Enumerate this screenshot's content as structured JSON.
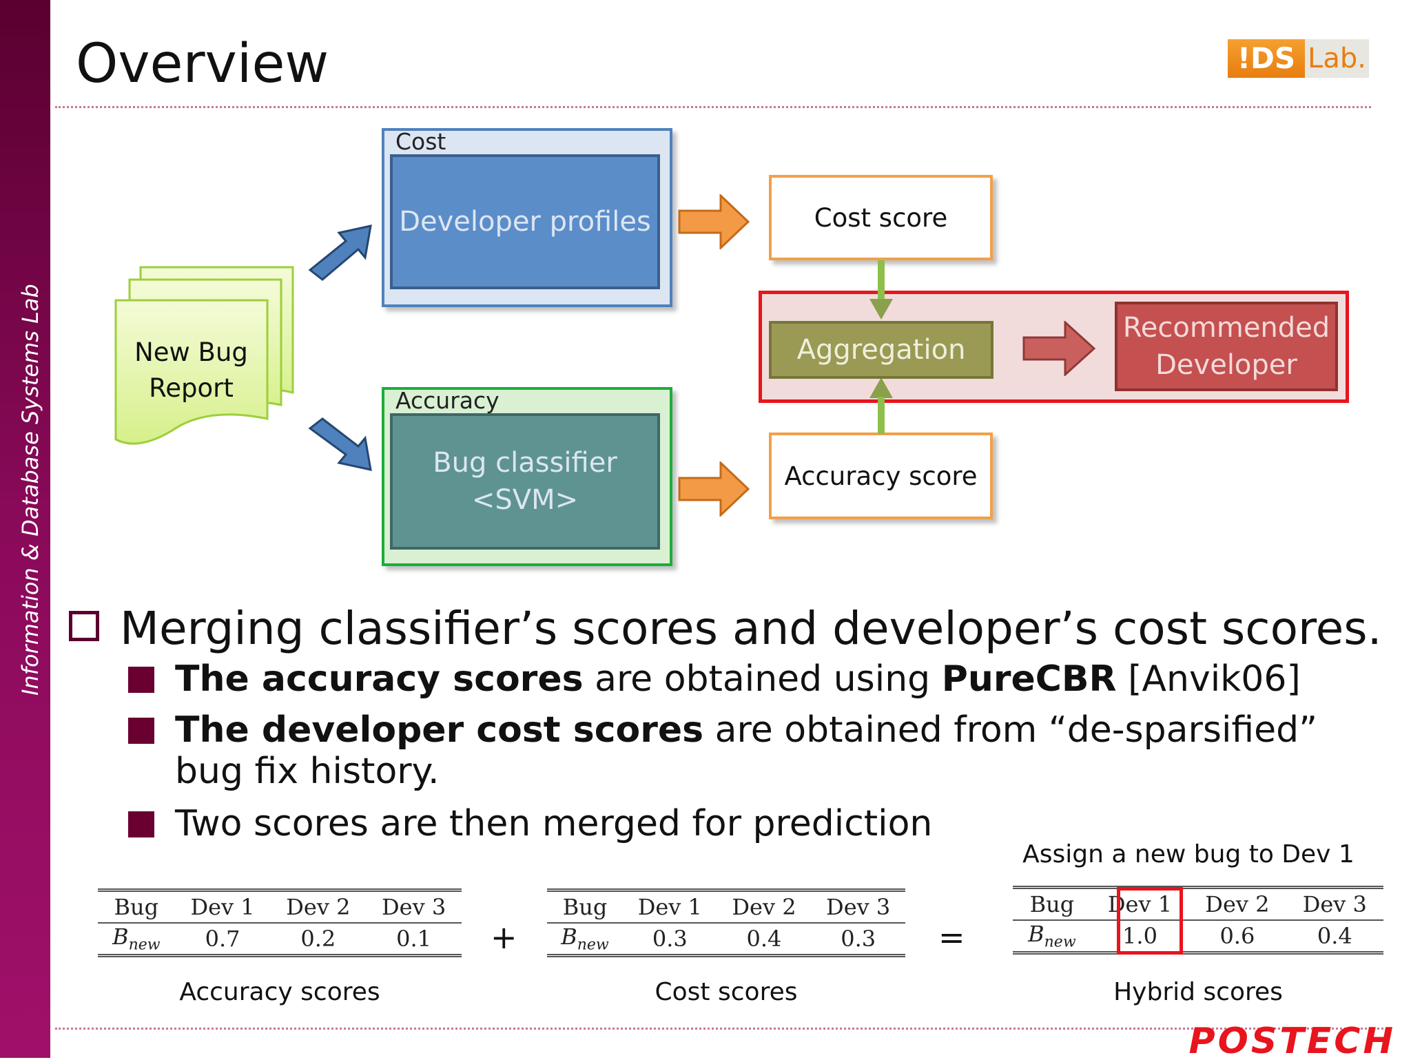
{
  "sidebar": {
    "text": "Information & Database Systems Lab"
  },
  "title": "Overview",
  "logo": {
    "left": "!DS",
    "right": "Lab.",
    "alt": "IDS Lab."
  },
  "diagram": {
    "input": {
      "line1": "New Bug",
      "line2": "Report"
    },
    "cost_group_label": "Cost",
    "developer_profiles": "Developer profiles",
    "accuracy_group_label": "Accuracy",
    "classifier": {
      "line1": "Bug classifier",
      "line2": "<SVM>"
    },
    "cost_score": "Cost score",
    "accuracy_score": "Accuracy score",
    "aggregation": "Aggregation",
    "recommended": {
      "line1": "Recommended",
      "line2": "Developer"
    }
  },
  "bullets": {
    "main": "Merging classifier’s scores and developer’s cost scores.",
    "sub1": {
      "bold1": "The accuracy scores",
      "text1": " are obtained using ",
      "bold2": "PureCBR",
      "text2": " [Anvik06]"
    },
    "sub2": {
      "bold": "The developer cost scores",
      "text": " are obtained from “de-sparsified”  bug fix history."
    },
    "sub3": "Two scores are then merged for prediction"
  },
  "tables": {
    "headers": [
      "Bug",
      "Dev 1",
      "Dev 2",
      "Dev 3"
    ],
    "row_label_main": "B",
    "row_label_sub": "new",
    "accuracy": {
      "values": [
        "0.7",
        "0.2",
        "0.1"
      ],
      "caption": "Accuracy scores"
    },
    "cost": {
      "values": [
        "0.3",
        "0.4",
        "0.3"
      ],
      "caption": "Cost scores"
    },
    "hybrid": {
      "values": [
        "1.0",
        "0.6",
        "0.4"
      ],
      "caption": "Hybrid scores",
      "note": "Assign a new bug to Dev 1"
    },
    "plus": "+",
    "equals": "="
  },
  "footer_logo": "POSTECH",
  "colors": {
    "sidebar": "#8a0a5a",
    "cost_blue": "#5b8dc9",
    "accuracy_teal": "#5e9391",
    "aggregation_olive": "#9a9a55",
    "recommend_red": "#c45050",
    "highlight_red": "#e8141e",
    "arrow_orange": "#f29a45",
    "logo_orange": "#e87d10"
  }
}
